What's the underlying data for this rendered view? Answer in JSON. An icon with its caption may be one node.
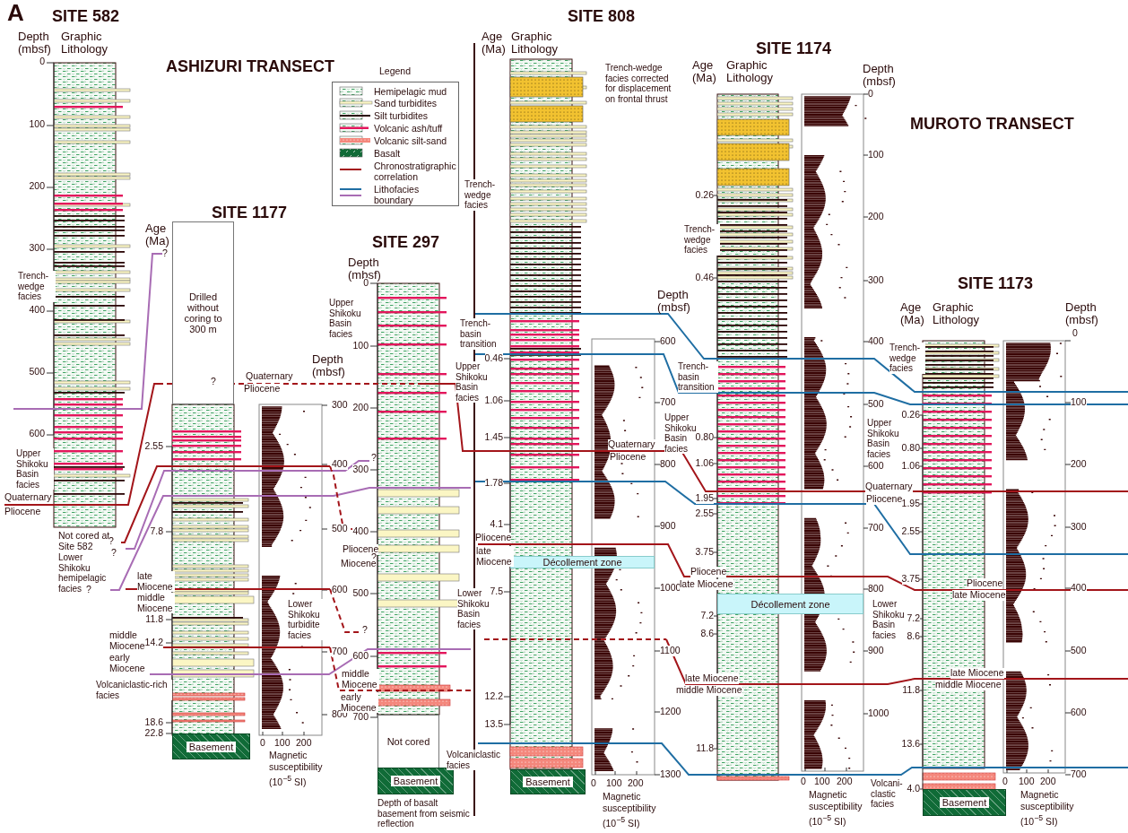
{
  "diagram": {
    "nodes": [
      {
        "text": [
          "Drilled without coring to 300 m"
        ]
      },
      {
        "text": [
          "Basement"
        ]
      },
      {
        "text": [
          "Not cored"
        ]
      },
      {
        "text": [
          "Basement"
        ],
        "beside": [
          "Depth of basalt basement from seismic reflection"
        ]
      },
      {
        "text": [
          "Décollement zone"
        ]
      },
      {
        "text": [
          "Basement"
        ]
      },
      {
        "text": [
          "Décollement zone"
        ]
      },
      {
        "text": [
          "Basement"
        ]
      }
    ],
    "labels": [
      "A",
      "SITE 582",
      "Depth (mbsf)",
      "Graphic Lithology",
      "0",
      "100",
      "200",
      "300",
      "400",
      "500",
      "600",
      "Trench-wedge facies",
      "Upper Shikoku Basin facies",
      "Quaternary",
      "Pliocene",
      "Not cored at Site 582",
      "ASHIZURI TRANSECT",
      "Legend",
      "SITE 1177",
      "Age (Ma)",
      "?",
      "?",
      "Quaternary",
      "Pliocene",
      "Depth (mbsf)",
      "300",
      "400",
      "500",
      "600",
      "700",
      "800",
      "2.55",
      "7.8",
      "11.8",
      "14.2",
      "18.6",
      "22.8",
      "?",
      "?",
      "Lower Shikoku hemipelagic facies",
      "?",
      "late Miocene",
      "middle Miocene",
      "middle Miocene",
      "early Miocene",
      "Volcaniclastic-rich facies",
      "Lower Shikoku turbidite facies",
      "0",
      "100",
      "200",
      "Magnetic susceptibility (10$^{−5}$ SI)",
      "?",
      "Pliocene",
      "?",
      "Miocene",
      "?",
      "middle Miocene",
      "early Miocene",
      "SITE 297",
      "Depth (mbsf)",
      "Upper Shikoku Basin facies",
      "0",
      "100",
      "200",
      "300",
      "400",
      "500",
      "600",
      "700",
      "SITE 808",
      "Age (Ma)",
      "Graphic Lithology",
      "Trench-wedge facies corrected for displacement on frontal thrust",
      "Trench-wedge facies",
      "Depth (mbsf)",
      "Trench-basin transition",
      "Upper Shikoku Basin facies",
      "0.46",
      "1.06",
      "1.45",
      "1.78",
      "4.1",
      "7.5",
      "12.2",
      "13.5",
      "Pliocene",
      "late Miocene",
      "Lower Shikoku Basin facies",
      "Volcaniclastic facies",
      "600",
      "700",
      "800",
      "900",
      "1000",
      "1100",
      "1200",
      "1300",
      "Upper Shikoku Basin facies",
      "Quaternary",
      "Pliocene",
      "0",
      "100",
      "200",
      "Magnetic susceptibility (10$^{−5}$ SI)",
      "SITE 1174",
      "Age (Ma)",
      "Graphic Lithology",
      "Depth (mbsf)",
      "0",
      "100",
      "200",
      "300",
      "400",
      "500",
      "600",
      "700",
      "800",
      "900",
      "1000",
      "0.26",
      "0.46",
      "0.80",
      "1.06",
      "1.95",
      "2.55",
      "3.75",
      "7.2",
      "8.6",
      "11.8",
      "Trench-wedge facies",
      "Trench-basin transition",
      "Upper Shikoku Basin facies",
      "Quaternary",
      "Pliocene",
      "Pliocene",
      "late Miocene",
      "Lower Shikoku Basin facies",
      "late Miocene",
      "middle Miocene",
      "0",
      "100",
      "200",
      "Magnetic susceptibility (10$^{−5}$ SI)",
      "Volcani-clastic facies",
      "MUROTO TRANSECT",
      "SITE 1173",
      "Age (Ma)",
      "Graphic Lithology",
      "Depth (mbsf)",
      "Trench-wedge facies",
      "0",
      "100",
      "200",
      "300",
      "400",
      "500",
      "600",
      "700",
      "0.26",
      "0.80",
      "1.06",
      "1.95",
      "2.55",
      "3.75",
      "7.2",
      "8.6",
      "11.8",
      "13.6",
      "4.0",
      "Pliocene",
      "late Miocene",
      "late Miocene",
      "middle Miocene",
      "0",
      "100",
      "200",
      "Magnetic susceptibility (10$^{−5}$ SI)"
    ],
    "legend": [
      {
        "text": "Hemipelagic mud"
      },
      {
        "text": "Sand turbidites"
      },
      {
        "text": "Silt turbidites"
      },
      {
        "text": "Volcanic ash/tuff"
      },
      {
        "text": "Volcanic silt-sand"
      },
      {
        "text": "Basalt"
      },
      {
        "text": "Chronostratigraphic correlation"
      },
      {
        "text": "Lithofacies boundary"
      }
    ]
  }
}
